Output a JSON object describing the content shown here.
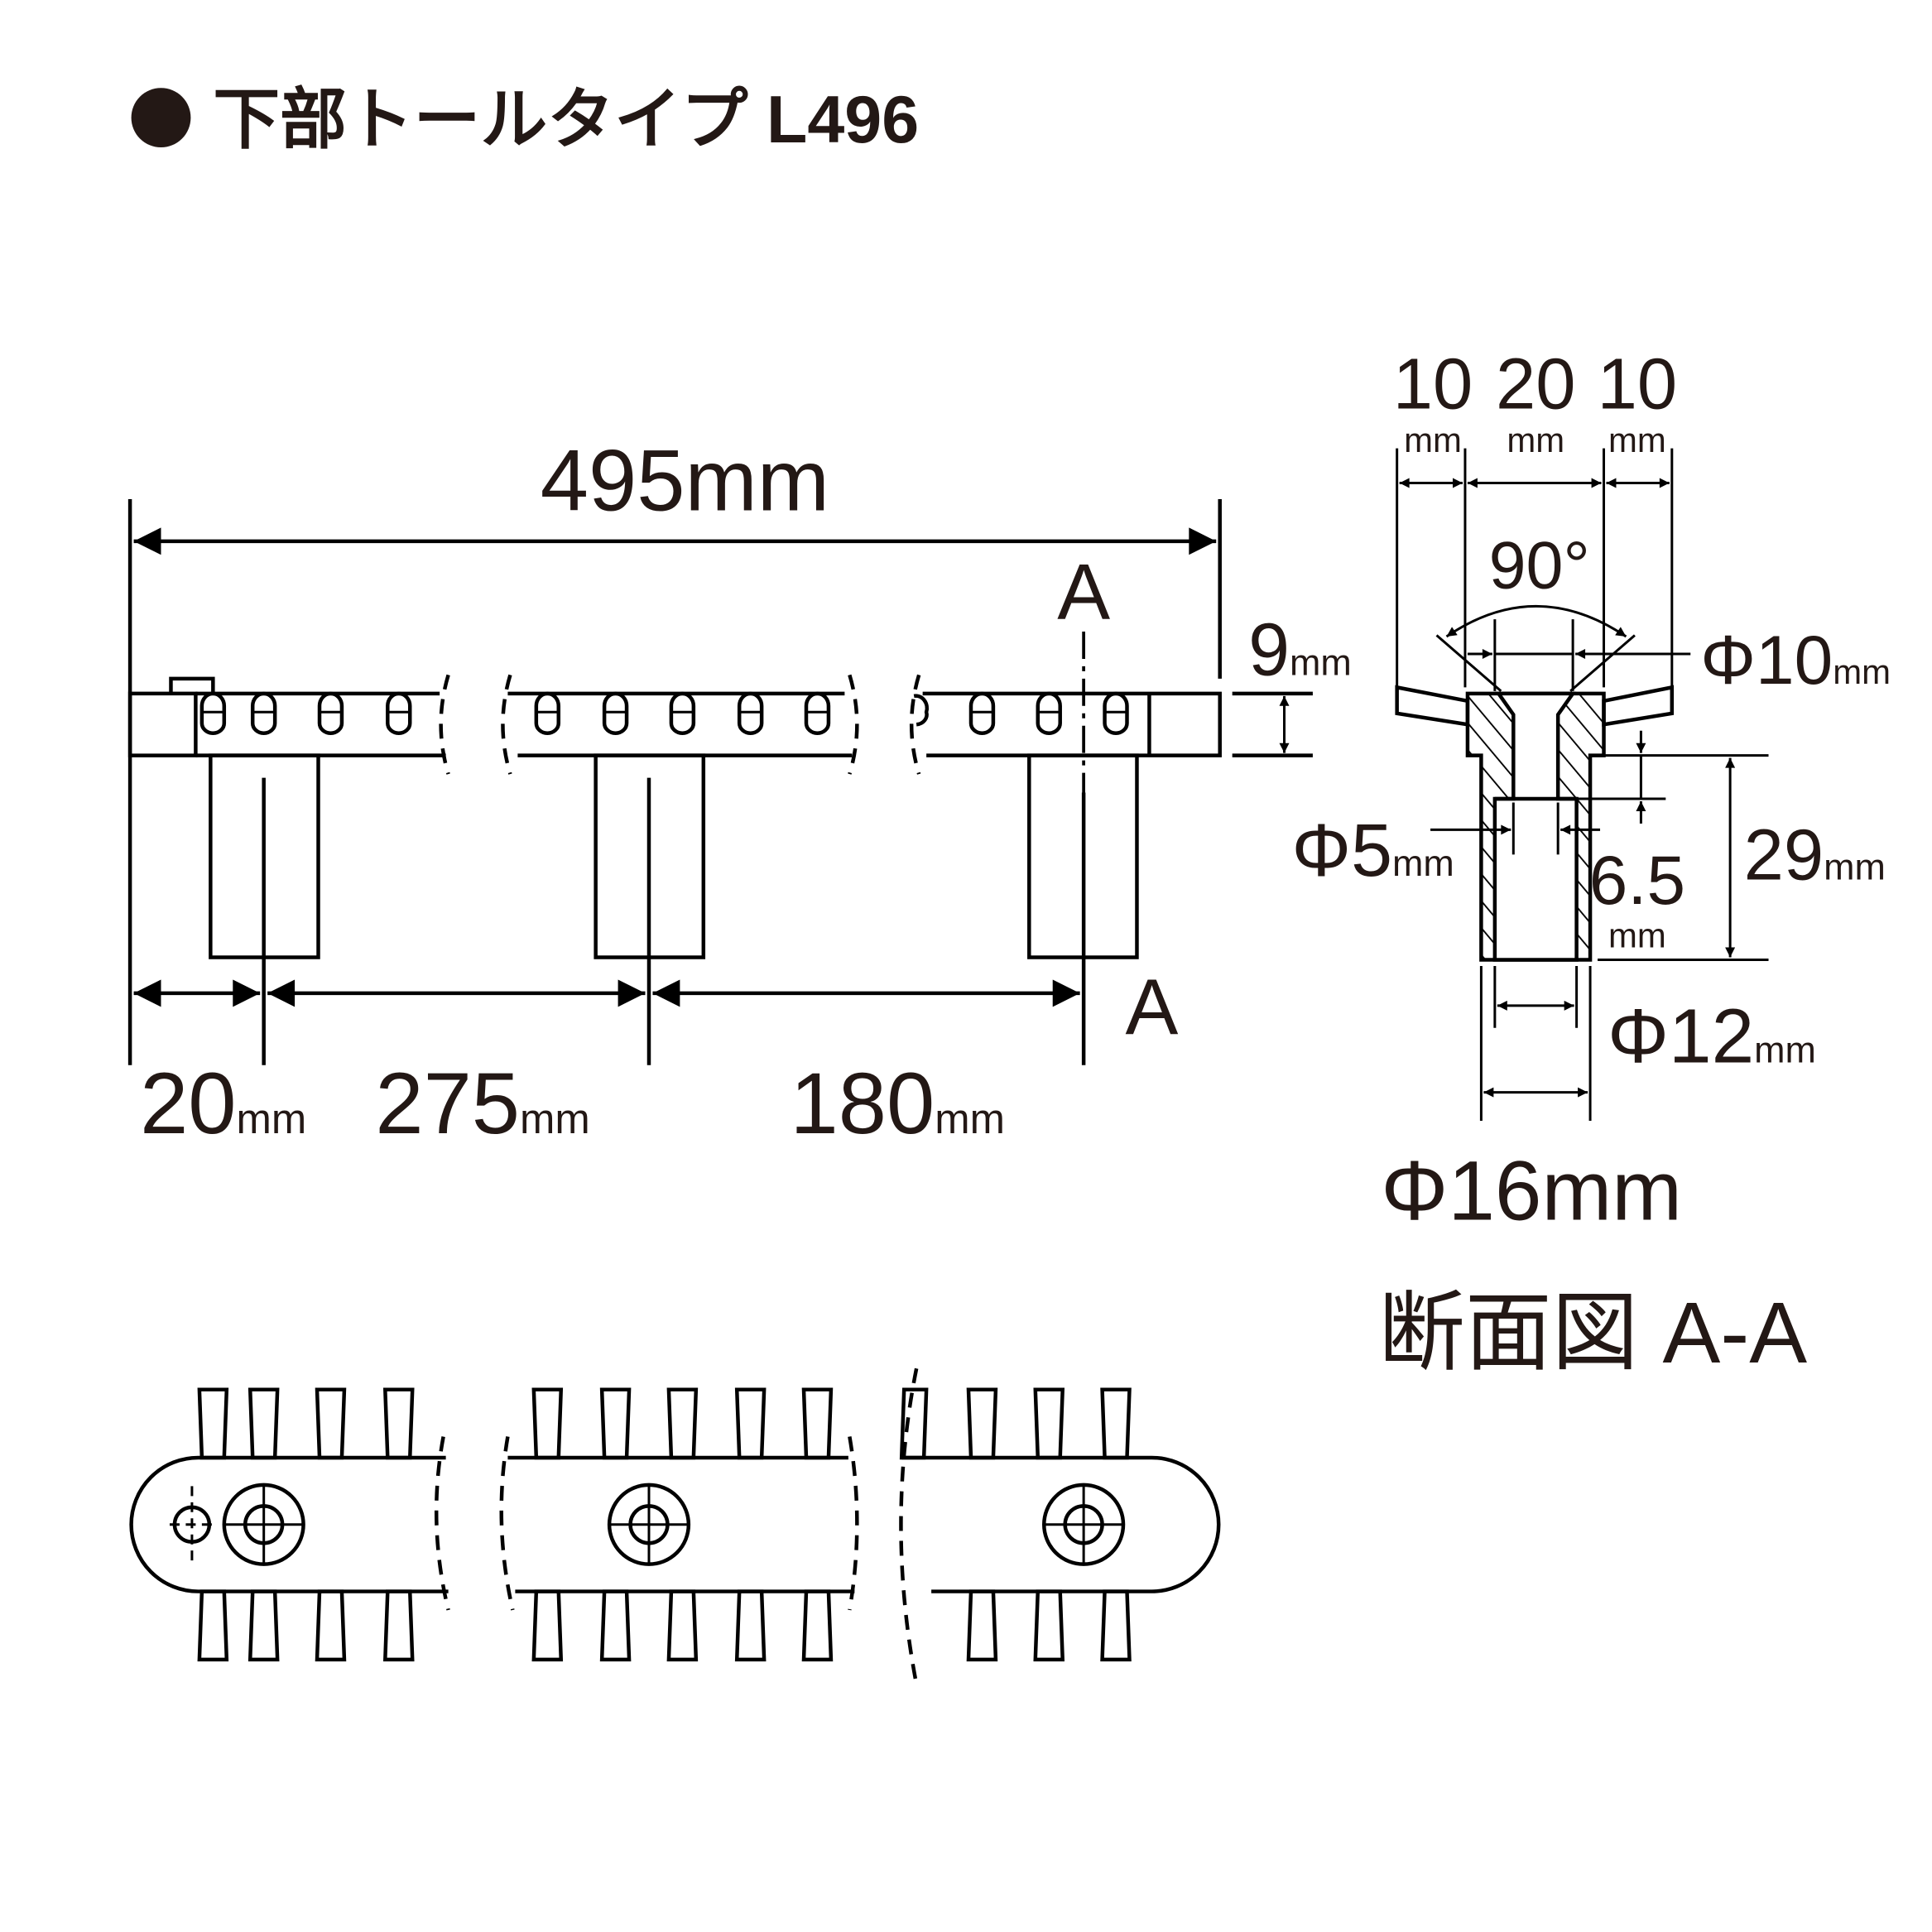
{
  "title": {
    "bullet": "●",
    "text": "下部トールタイプ L496"
  },
  "front_view": {
    "overall_length": "495mm",
    "section_label_top": "A",
    "section_label_bottom": "A",
    "height": {
      "value": "9",
      "unit": "mm"
    },
    "spacing": [
      {
        "value": "20",
        "unit": "mm"
      },
      {
        "value": "275",
        "unit": "mm"
      },
      {
        "value": "180",
        "unit": "mm"
      }
    ]
  },
  "section_view": {
    "top_widths": [
      {
        "value": "10",
        "unit": "mm"
      },
      {
        "value": "20",
        "unit": "mm"
      },
      {
        "value": "10",
        "unit": "mm"
      }
    ],
    "angle": "90°",
    "phi10": {
      "value": "Φ10",
      "unit": "mm"
    },
    "phi5": {
      "value": "Φ5",
      "unit": "mm"
    },
    "depth": {
      "value": "6.5",
      "unit": "mm"
    },
    "height": {
      "value": "29",
      "unit": "mm"
    },
    "phi12": {
      "value": "Φ12",
      "unit": "mm"
    },
    "phi16": "Φ16mm",
    "caption": "断面図 A-A"
  },
  "colors": {
    "ink": "#231815",
    "line": "#000000"
  }
}
